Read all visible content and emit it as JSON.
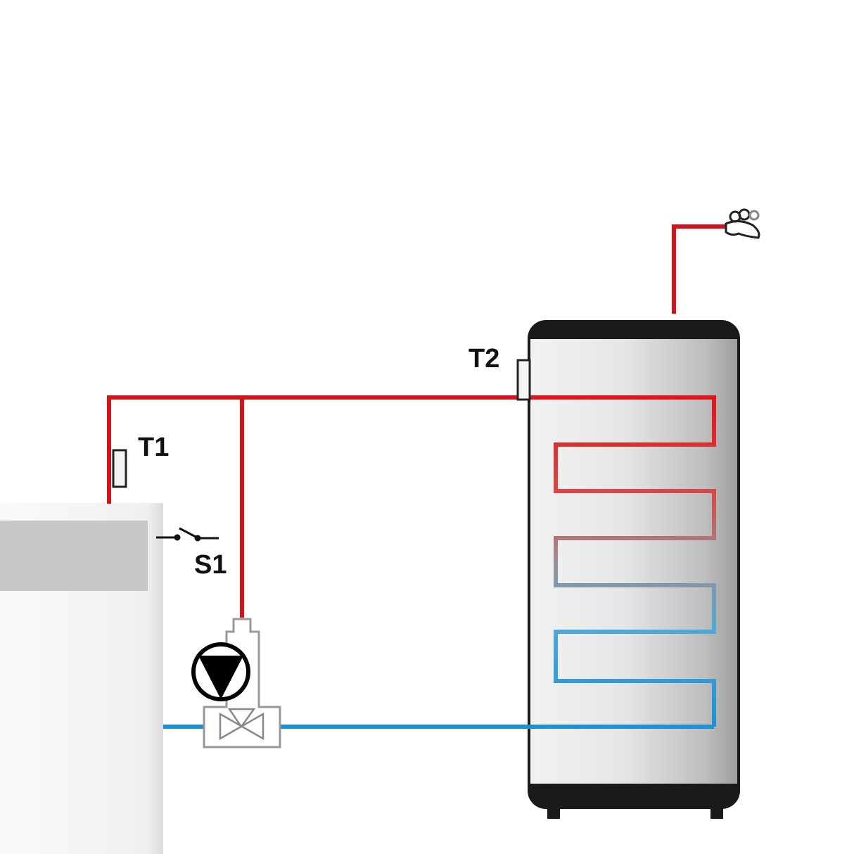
{
  "labels": {
    "t1": "T1",
    "t2": "T2",
    "s1": "S1"
  },
  "colors": {
    "hot_pipe": "#d4121a",
    "cold_pipe": "#1e90d6",
    "tank_cap": "#1a1a1a",
    "boiler_band": "#c8c8c8"
  },
  "icons": [
    "boiler",
    "storage-tank",
    "heating-coil",
    "pump-icon",
    "three-way-valve-icon",
    "switch-icon",
    "temperature-sensor-icon",
    "faucet-icon"
  ]
}
